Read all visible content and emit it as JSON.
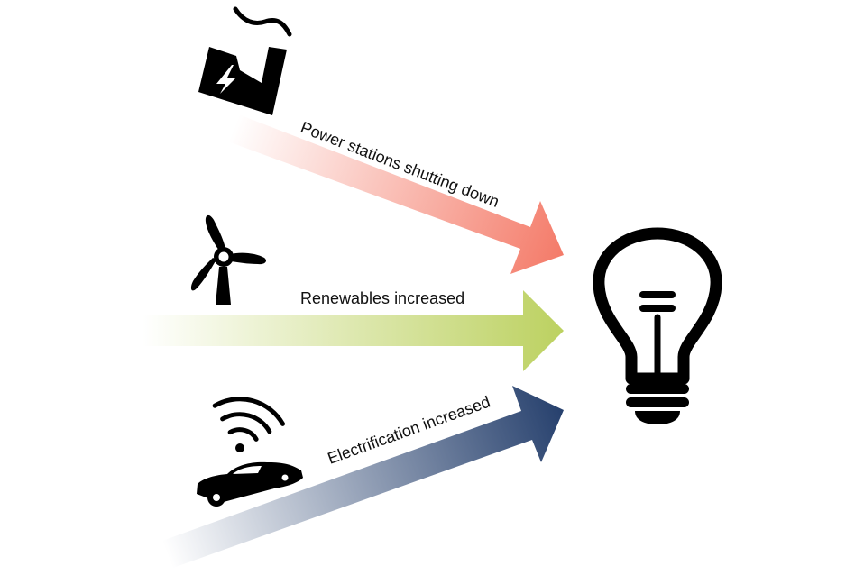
{
  "diagram": {
    "arrows": [
      {
        "id": "power",
        "label": "Power stations shutting down",
        "color": "#f47a68"
      },
      {
        "id": "renewables",
        "label": "Renewables increased",
        "color": "#bcd160"
      },
      {
        "id": "electrification",
        "label": "Electrification increased",
        "color": "#26406d"
      }
    ],
    "icons": {
      "factory": "factory-lightning-icon",
      "turbine": "wind-turbine-icon",
      "car": "connected-car-icon",
      "bulb": "light-bulb-icon"
    }
  }
}
